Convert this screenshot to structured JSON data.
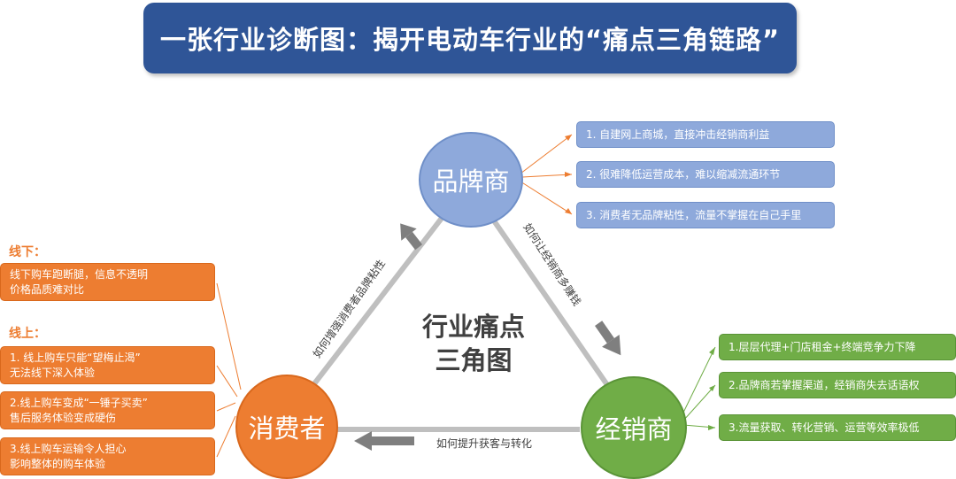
{
  "title": "一张行业诊断图：揭开电动车行业的“痛点三角链路”",
  "center_label": [
    "行业痛点",
    "三角图"
  ],
  "nodes": {
    "brand": "品牌商",
    "dealer": "经销商",
    "consumer": "消费者"
  },
  "edges": {
    "consumer_to_brand": "如何增强消费者品牌粘性",
    "brand_to_dealer": "如何让经销商多赚钱",
    "dealer_to_consumer": "如何提升获客与转化"
  },
  "brand_issues": [
    "1. 自建网上商城，直接冲击经销商利益",
    "2. 很难降低运营成本，难以缩减流通环节",
    "3. 消费者无品牌粘性，流量不掌握在自己手里"
  ],
  "dealer_issues": [
    "1.层层代理+门店租金+终端竞争力下降",
    "2.品牌商若掌握渠道，经销商失去话语权",
    "3.流量获取、转化营销、运营等效率极低"
  ],
  "consumer": {
    "offline_label": "线下：",
    "offline_issues": [
      [
        "线下购车跑断腿，信息不透明",
        "价格品质难对比"
      ]
    ],
    "online_label": "线上：",
    "online_issues": [
      [
        "1. 线上购车只能“望梅止渴”",
        "无法线下深入体验"
      ],
      [
        "2.线上购车变成“一锤子买卖”",
        "售后服务体验变成硬伤"
      ],
      [
        "3.线上购车运输令人担心",
        "影响整体的购车体验"
      ]
    ]
  },
  "colors": {
    "title_bg": "#2f5597",
    "brand": "#8ea9db",
    "dealer": "#70ad47",
    "consumer": "#ed7d31",
    "triangle": "#bfbfbf",
    "arrow": "#7f7f7f"
  }
}
